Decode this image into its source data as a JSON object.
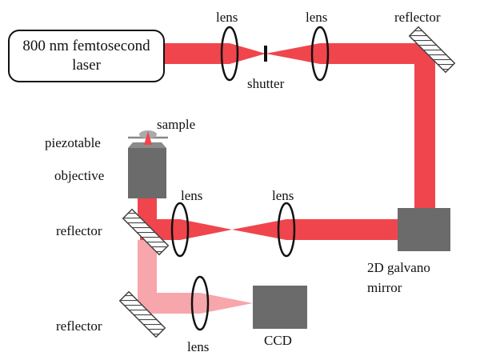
{
  "laser": {
    "label": "800 nm femtosecond laser",
    "line1": "800 nm femtosecond",
    "line2": "laser"
  },
  "labels": {
    "lens_top_1": "lens",
    "lens_top_2": "lens",
    "shutter": "shutter",
    "reflector_top": "reflector",
    "sample": "sample",
    "piezotable": "piezotable",
    "objective": "objective",
    "lens_mid_1": "lens",
    "lens_mid_2": "lens",
    "reflector_mid": "reflector",
    "galvano_line1": "2D galvano",
    "galvano_line2": "mirror",
    "reflector_bottom": "reflector",
    "lens_bottom": "lens",
    "ccd": "CCD"
  },
  "colors": {
    "beam": "#f0454d",
    "beam_faded": "#f7a6ab",
    "block": "#6b6b6b",
    "outline": "#111111"
  }
}
